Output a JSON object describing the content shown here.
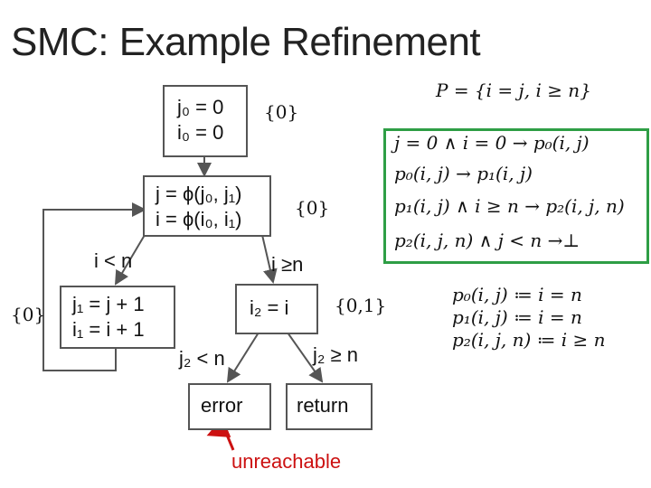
{
  "title": "SMC: Example Refinement",
  "nodes": {
    "init": {
      "line1": "j₀ = 0",
      "line2": "i₀ = 0"
    },
    "phi": {
      "line1": "j = ϕ(j₀, j₁)",
      "line2": "i = ϕ(i₀, i₁)"
    },
    "loop_body": {
      "line1": "j₁ = j + 1",
      "line2": "i₁ = i + 1"
    },
    "assign_i2": {
      "line1": "i₂ = i"
    },
    "error": {
      "label": "error"
    },
    "return": {
      "label": "return"
    }
  },
  "edge_labels": {
    "i_lt_n": "i < n",
    "i_ge_n": "i ≥n",
    "j2_lt_n": "j₂ < n",
    "j2_ge_n": "j₂ ≥ n"
  },
  "sets": {
    "init_set": "{0}",
    "phi_set": "{0}",
    "loop_set": "{0}",
    "i2_set": "{0,1}"
  },
  "predicate_P": "P = {i = j, i ≥ n}",
  "horn_clauses": [
    "j = 0 ∧ i = 0 → p₀(i, j)",
    "p₀(i, j) → p₁(i, j)",
    "p₁(i, j) ∧ i ≥ n → p₂(i, j, n)",
    "p₂(i, j, n) ∧ j < n →⊥"
  ],
  "solutions": [
    "p₀(i, j) ≔ i = n",
    "p₁(i, j) ≔ i = n",
    "p₂(i, j, n) ≔ i ≥ n"
  ],
  "annotation": "unreachable",
  "colors": {
    "green_box": "#2e9e45",
    "annotation_red": "#cc1111",
    "box_border": "#555555"
  }
}
